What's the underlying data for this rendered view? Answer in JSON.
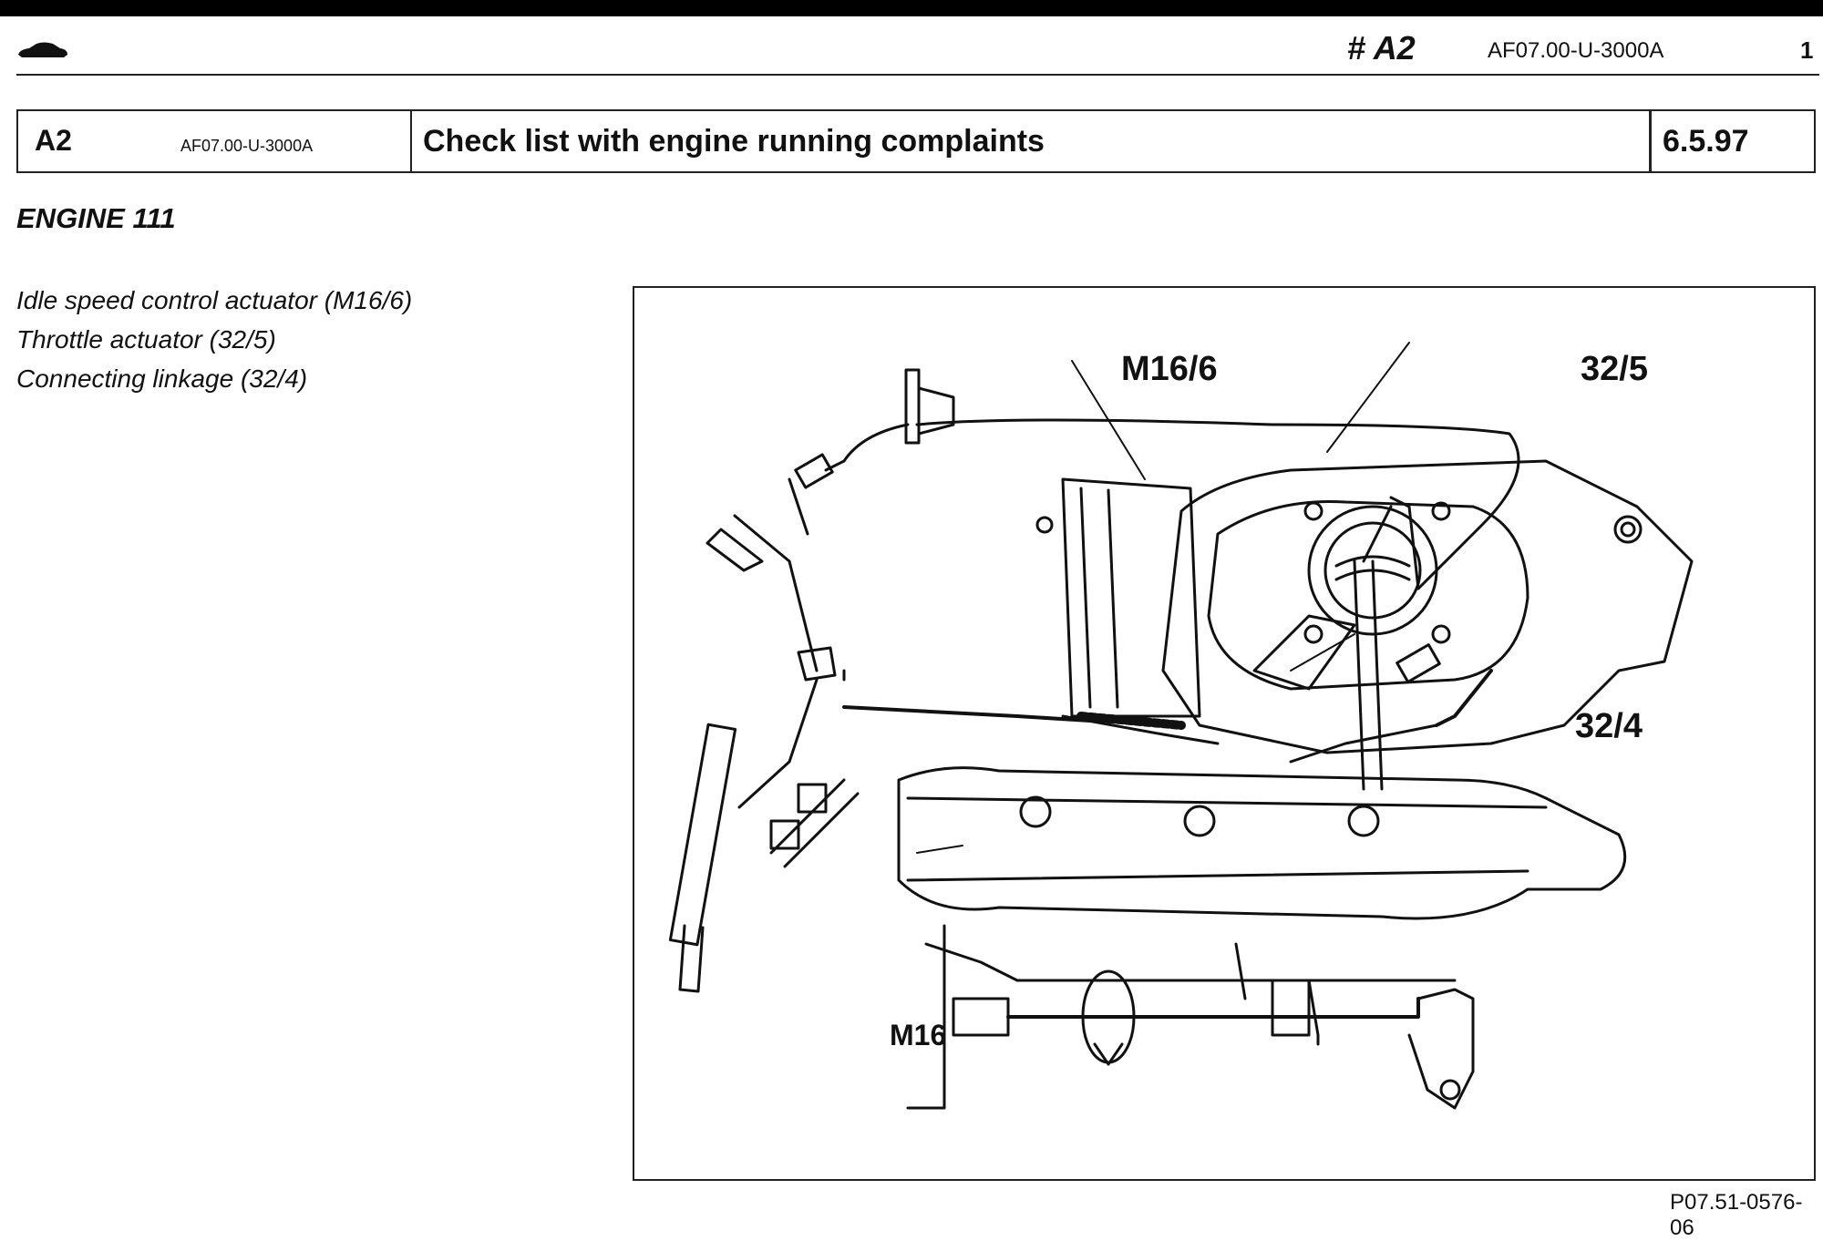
{
  "header": {
    "hash_code": "# A2",
    "doc_code": "AF07.00-U-3000A",
    "page_number": "1",
    "car_icon": "car-silhouette-icon"
  },
  "title_table": {
    "section": "A2",
    "code": "AF07.00-U-3000A",
    "title": "Check list with engine running complaints",
    "date": "6.5.97"
  },
  "engine_heading": "ENGINE 111",
  "legend": [
    "Idle speed control actuator (M16/6)",
    "Throttle actuator (32/5)",
    "Connecting linkage (32/4)"
  ],
  "figure": {
    "labels": {
      "m16_6": "M16/6",
      "p32_5": "32/5",
      "p32_4": "32/4",
      "m16": "M16"
    },
    "reference": "P07.51-0576-06"
  }
}
